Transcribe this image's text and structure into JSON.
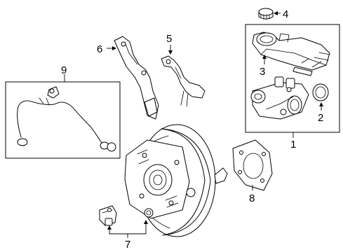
{
  "diagram": {
    "callouts": [
      {
        "id": "1",
        "text": "1"
      },
      {
        "id": "2",
        "text": "2"
      },
      {
        "id": "3",
        "text": "3"
      },
      {
        "id": "4",
        "text": "4"
      },
      {
        "id": "5",
        "text": "5"
      },
      {
        "id": "6",
        "text": "6"
      },
      {
        "id": "7",
        "text": "7"
      },
      {
        "id": "8",
        "text": "8"
      },
      {
        "id": "9",
        "text": "9"
      }
    ],
    "parts": [
      {
        "name": "reservoir-cap-icon"
      },
      {
        "name": "master-cylinder-reservoir-icon"
      },
      {
        "name": "master-cylinder-icon"
      },
      {
        "name": "o-ring-seal-icon"
      },
      {
        "name": "booster-bracket-icon"
      },
      {
        "name": "booster-bracket-left-icon"
      },
      {
        "name": "vacuum-booster-icon"
      },
      {
        "name": "booster-gasket-icon"
      },
      {
        "name": "check-valve-icon"
      },
      {
        "name": "vacuum-hose-icon"
      }
    ]
  }
}
